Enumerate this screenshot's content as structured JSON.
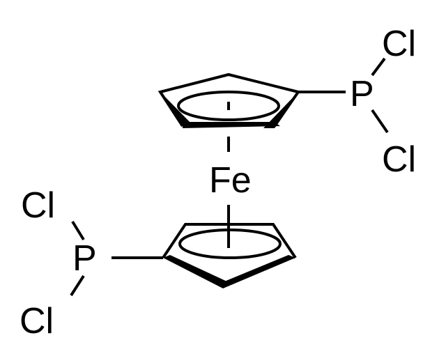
{
  "atoms": {
    "cl_upper_top": "Cl",
    "p_upper": "P",
    "cl_upper_bottom": "Cl",
    "fe": "Fe",
    "cl_lower_top": "Cl",
    "p_lower": "P",
    "cl_lower_bottom": "Cl"
  },
  "colors": {
    "line": "#000000",
    "background": "#ffffff"
  }
}
